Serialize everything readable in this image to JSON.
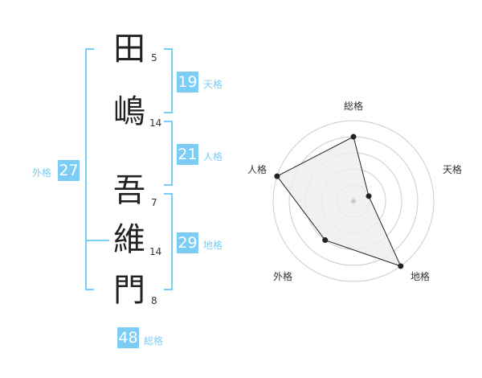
{
  "name_chars": [
    {
      "char": "田",
      "strokes": "5"
    },
    {
      "char": "嶋",
      "strokes": "14"
    },
    {
      "char": "吾",
      "strokes": "7"
    },
    {
      "char": "維",
      "strokes": "14"
    },
    {
      "char": "門",
      "strokes": "8"
    }
  ],
  "fortunes": {
    "tenkaku": {
      "label": "天格",
      "value": "19"
    },
    "jinkaku": {
      "label": "人格",
      "value": "21"
    },
    "chikaku": {
      "label": "地格",
      "value": "29"
    },
    "gaikaku": {
      "label": "外格",
      "value": "27"
    },
    "soukaku": {
      "label": "総格",
      "value": "48"
    }
  },
  "colors": {
    "accent": "#7ccdf5",
    "text": "#333333",
    "grid": "#cccccc",
    "fill": "#eeeeee"
  },
  "radar": {
    "axes": [
      "総格",
      "天格",
      "地格",
      "外格",
      "人格"
    ],
    "levels": 5,
    "values": [
      4,
      1,
      5,
      3,
      5
    ],
    "max": 5
  }
}
